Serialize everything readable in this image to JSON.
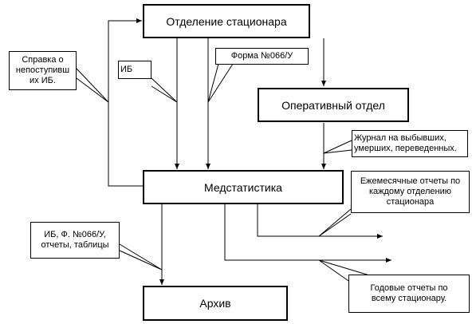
{
  "boxes": {
    "department": "Отделение стационара",
    "operations": "Оперативный отдел",
    "medstat": "Медстатистика",
    "archive": "Архив"
  },
  "callouts": {
    "certificate": "Справка о\nнепоступивш\nих ИБ.",
    "ib": "ИБ",
    "form066": "Форма №066/У",
    "journal": "Журнал на выбывших,\nумерших, переведенных.",
    "monthly": "Ежемесячные отчеты по\nкаждому отделению\nстационара",
    "archive_docs": "ИБ, Ф. №066/У,\nотчеты, таблицы",
    "annual": "Годовые отчеты по\nвсему стационару."
  }
}
